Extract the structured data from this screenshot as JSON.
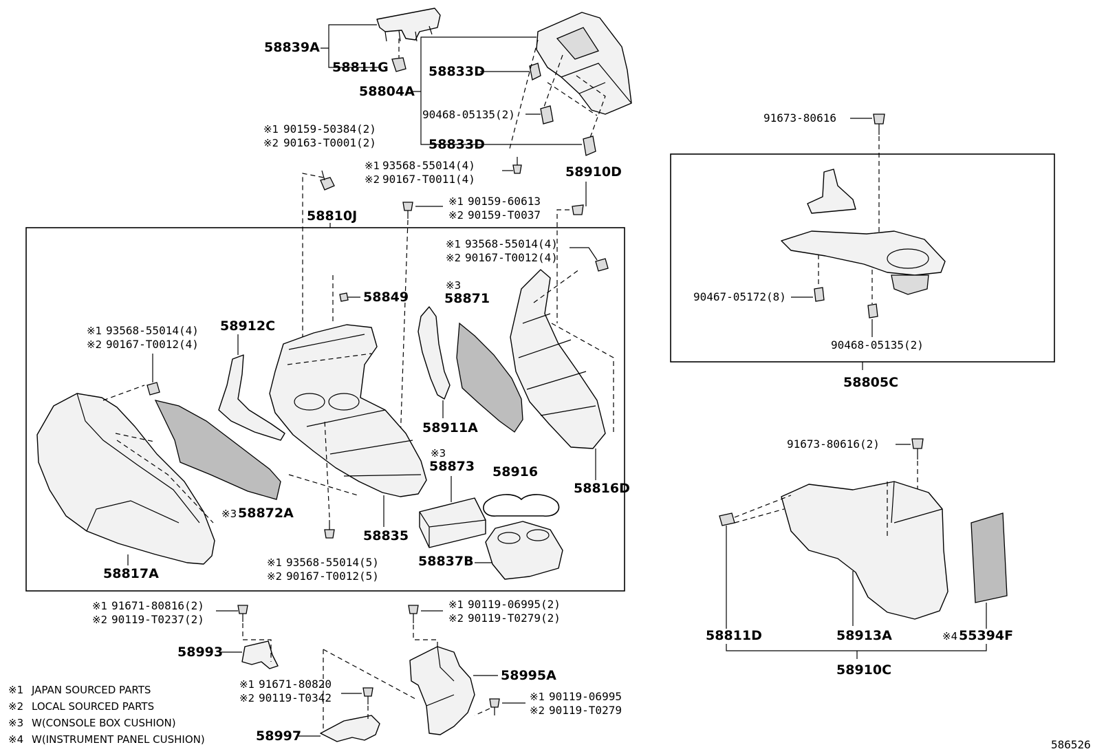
{
  "diagram_id": "586526",
  "parts": {
    "p58839A": "58839A",
    "p58811G": "58811G",
    "p58804A": "58804A",
    "p58833D_a": "58833D",
    "p90468_a": "90468-05135(2)",
    "p58833D_b": "58833D",
    "bolt_a1": "90159-50384(2)",
    "bolt_a2": "90163-T0001(2)",
    "scr_b1": "93568-55014(4)",
    "scr_b2": "90167-T0011(4)",
    "p58910D": "58910D",
    "p58810J": "58810J",
    "bolt_c1": "90159-60613",
    "bolt_c2": "90159-T0037",
    "scr_d1": "93568-55014(4)",
    "scr_d2": "90167-T0012(4)",
    "p58849": "58849",
    "p58871": "58871",
    "p58912C": "58912C",
    "scr_e1": "93568-55014(4)",
    "scr_e2": "90167-T0012(4)",
    "p58911A": "58911A",
    "p58873": "58873",
    "p58916": "58916",
    "p58816D": "58816D",
    "p58872A": "58872A",
    "p58835": "58835",
    "p58817A": "58817A",
    "scr_f1": "93568-55014(5)",
    "scr_f2": "90167-T0012(5)",
    "p58837B": "58837B",
    "bolt_g1": "91671-80816(2)",
    "bolt_g2": "90119-T0237(2)",
    "bolt_h1": "90119-06995(2)",
    "bolt_h2": "90119-T0279(2)",
    "p58993": "58993",
    "p58995A": "58995A",
    "bolt_i1": "91671-80820",
    "bolt_i2": "90119-T0342",
    "bolt_j1": "90119-06995",
    "bolt_j2": "90119-T0279",
    "p58997": "58997",
    "r91673": "91673-80616",
    "r90467": "90467-05172(8)",
    "r90468": "90468-05135(2)",
    "r58805C": "58805C",
    "r91673b": "91673-80616(2)",
    "r58811D": "58811D",
    "r58913A": "58913A",
    "r55394F": "55394F",
    "r58910C": "58910C"
  },
  "marks": {
    "m1": "※1",
    "m2": "※2",
    "m3": "※3",
    "m4": "※4"
  },
  "legend": [
    {
      "mark": "※1",
      "text": "JAPAN SOURCED PARTS"
    },
    {
      "mark": "※2",
      "text": "LOCAL SOURCED PARTS"
    },
    {
      "mark": "※3",
      "text": "W(CONSOLE BOX CUSHION)"
    },
    {
      "mark": "※4",
      "text": "W(INSTRUMENT PANEL CUSHION)"
    }
  ]
}
